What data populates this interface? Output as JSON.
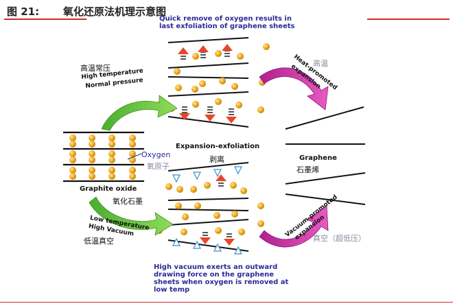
{
  "header": {
    "figure_number": "图 21:",
    "figure_title": "氧化还原法机理示意图"
  },
  "annotations": {
    "top_note_line1": "Quick remove of oxygen results in",
    "top_note_line2": "last exfoliation of graphene sheets",
    "high_temp_cn": "高温常压",
    "high_temp_en1": "High temperature",
    "high_temp_en2": "Normal pressure",
    "heat_promoted_cn": "高温",
    "heat_promoted_en1": "Heat-promoted",
    "heat_promoted_en2": "expansion",
    "oxygen_en": "Oxygen",
    "oxygen_cn": "氧原子",
    "expansion_exfoliation": "Expansion-exfoliation",
    "exfoliation_cn": "剥离",
    "graphene_en": "Graphene",
    "graphene_cn": "石墨烯",
    "graphite_oxide_en": "Graphite oxide",
    "graphite_oxide_cn": "氧化石墨",
    "low_temp_en1": "Low temperature",
    "low_temp_en2": "High Vacuum",
    "low_temp_cn": "低温真空",
    "vacuum_promoted_en1": "Vacuum-promoted",
    "vacuum_promoted_en2": "expansion",
    "vacuum_cn": "真空（超低压）",
    "bottom_note_line1": "High  vacuum  exerts  an  outward",
    "bottom_note_line2": "drawing  force  on  the  graphene",
    "bottom_note_line3": "sheets when oxygen is removed at",
    "bottom_note_line4": "low temp"
  },
  "colors": {
    "accent_red": "#d12b2b",
    "note_blue": "#2a2a96",
    "green_arrow": "#5cbf3a",
    "magenta_arrow": "#d02fa8",
    "oxygen_atom": "#f0a818",
    "up_arrow": "#e8462a",
    "hollow_arrow": "#7fb8e0"
  }
}
